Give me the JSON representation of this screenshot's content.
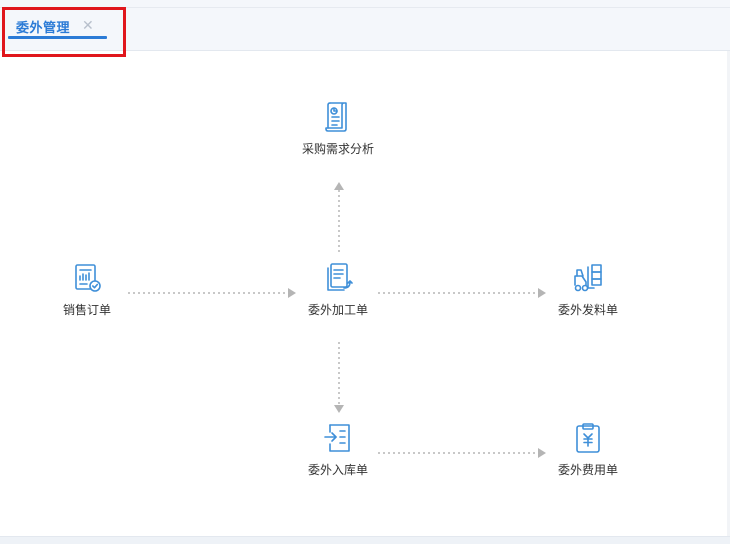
{
  "tabs": [
    {
      "label": "委外管理",
      "close_glyph": "✕",
      "active": true
    }
  ],
  "nodes": {
    "procurement_analysis": {
      "label": "采购需求分析",
      "icon": "document-chart-icon"
    },
    "sales_order": {
      "label": "销售订单",
      "icon": "invoice-check-icon"
    },
    "outsourcing_processing": {
      "label": "委外加工单",
      "icon": "document-copy-icon"
    },
    "outsourcing_material_issue": {
      "label": "委外发料单",
      "icon": "forklift-icon"
    },
    "outsourcing_receipt": {
      "label": "委外入库单",
      "icon": "receipt-in-icon"
    },
    "outsourcing_expense": {
      "label": "委外费用单",
      "icon": "clipboard-yen-icon"
    }
  },
  "colors": {
    "accent": "#2b7bd6",
    "icon": "#3f8fd8",
    "connector": "#b5b5b5",
    "highlight": "#e0161c"
  }
}
